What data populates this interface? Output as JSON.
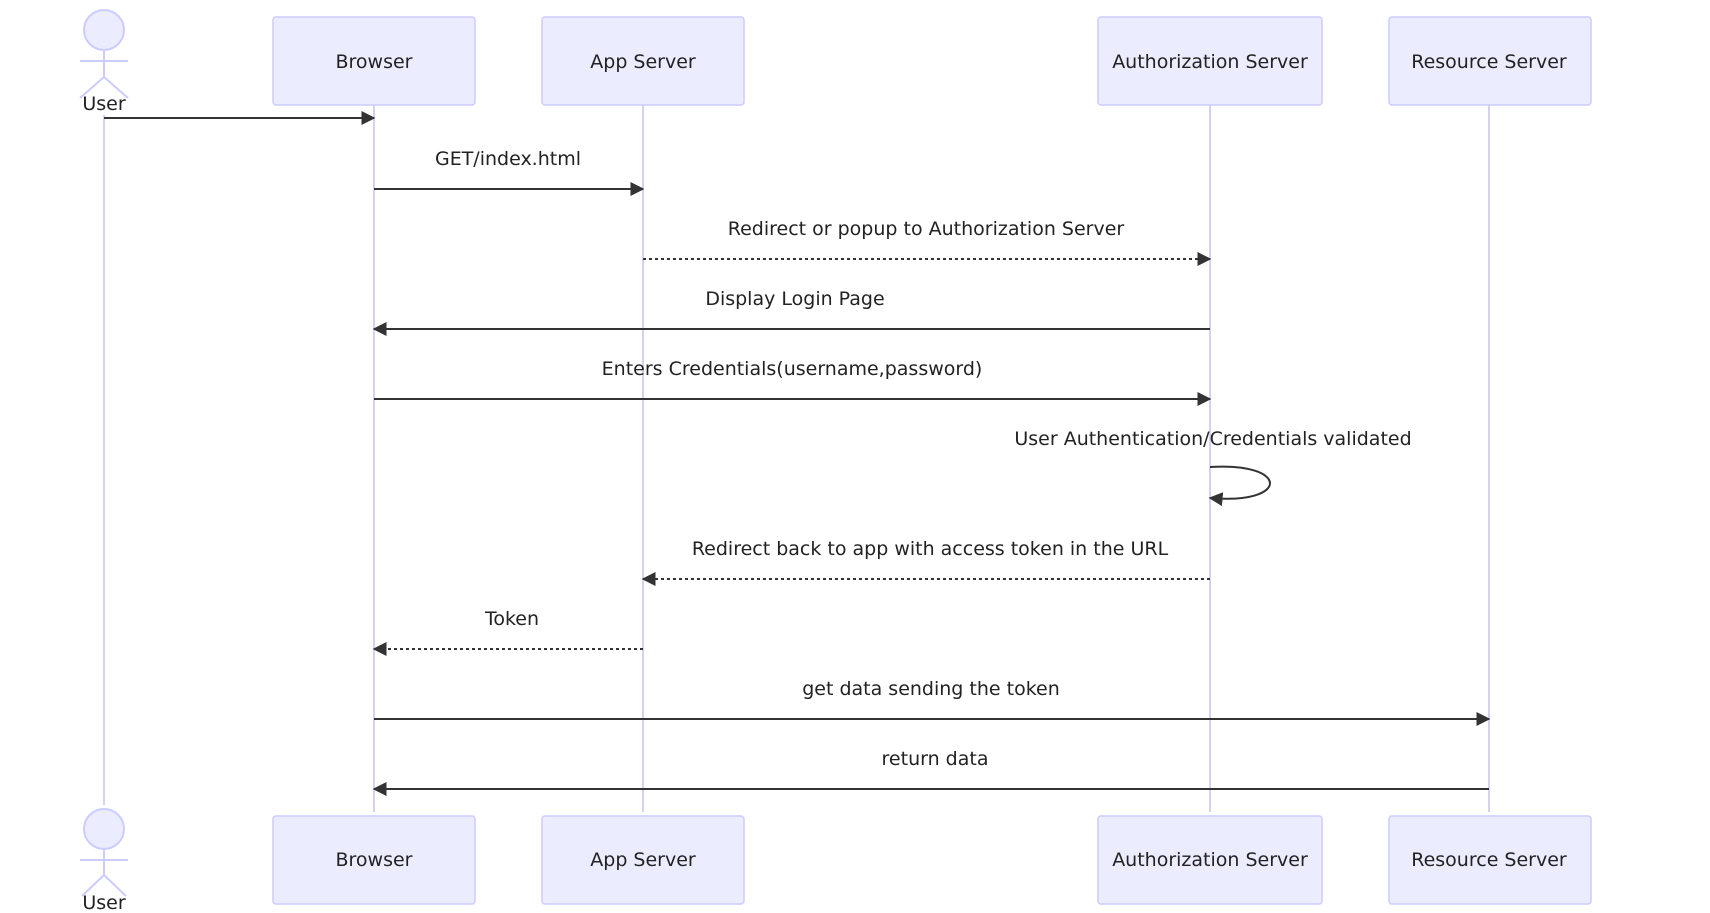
{
  "colors": {
    "box_fill": "#ececff",
    "box_stroke": "#ccccff",
    "lifeline": "#d6d1f0",
    "arrow": "#333333",
    "text": "#222222"
  },
  "participants": {
    "user": {
      "label": "User",
      "kind": "actor"
    },
    "browser": {
      "label": "Browser",
      "kind": "box"
    },
    "app": {
      "label": "App Server",
      "kind": "box"
    },
    "auth": {
      "label": "Authorization Server",
      "kind": "box"
    },
    "resource": {
      "label": "Resource Server",
      "kind": "box"
    }
  },
  "messages": [
    {
      "from": "user",
      "to": "browser",
      "label": "",
      "style": "solid"
    },
    {
      "from": "browser",
      "to": "app",
      "label": "GET/index.html",
      "style": "solid"
    },
    {
      "from": "app",
      "to": "auth",
      "label": "Redirect or popup to Authorization Server",
      "style": "dotted"
    },
    {
      "from": "auth",
      "to": "browser",
      "label": "Display Login Page",
      "style": "solid"
    },
    {
      "from": "browser",
      "to": "auth",
      "label": "Enters Credentials(username,password)",
      "style": "solid"
    },
    {
      "from": "auth",
      "to": "auth",
      "label": "User Authentication/Credentials validated",
      "style": "solid"
    },
    {
      "from": "auth",
      "to": "app",
      "label": "Redirect back to app with access token in the URL",
      "style": "dotted"
    },
    {
      "from": "app",
      "to": "browser",
      "label": "Token",
      "style": "dotted"
    },
    {
      "from": "browser",
      "to": "resource",
      "label": "get data sending the token",
      "style": "solid"
    },
    {
      "from": "resource",
      "to": "browser",
      "label": "return data",
      "style": "solid"
    }
  ]
}
